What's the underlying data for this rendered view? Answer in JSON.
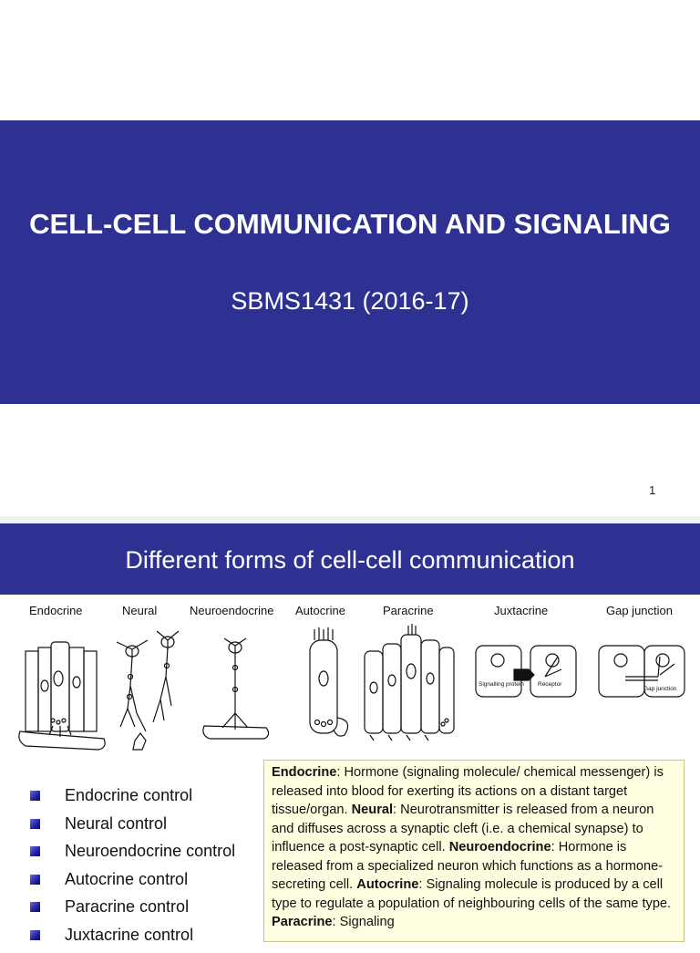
{
  "slide1": {
    "title": "CELL-CELL COMMUNICATION AND SIGNALING",
    "subtitle": "SBMS1431 (2016-17)",
    "page_number": "1"
  },
  "slide2": {
    "header": "Different forms of cell-cell communication",
    "diagram_labels": [
      "Endocrine",
      "Neural",
      "Neuroendocrine",
      "Autocrine",
      "Paracrine",
      "Juxtacrine",
      "Gap junction"
    ],
    "diagram_sublabels": {
      "signalling_protein": "Signalling protein",
      "receptor": "Receptor",
      "gap_junction": "Gap junction"
    },
    "bullets": [
      "Endocrine control",
      "Neural control",
      "Neuroendocrine control",
      "Autocrine control",
      "Paracrine control",
      "Juxtacrine control"
    ],
    "info_box": {
      "segments": [
        {
          "term": "Endocrine",
          "text": ":  Hormone (signaling molecule/ chemical messenger) is released into blood for exerting its actions on a distant target tissue/organ.  "
        },
        {
          "term": "Neural",
          "text": ": Neurotransmitter is released from a neuron and diffuses across a synaptic cleft (i.e. a chemical synapse) to influence a post-synaptic cell. "
        },
        {
          "term": "Neuroendocrine",
          "text": ": Hormone is released from a specialized neuron which functions as a hormone-secreting cell.  "
        },
        {
          "term": "Autocrine",
          "text": ": Signaling molecule is produced by a cell type to regulate a population of neighbouring cells of the same type.  "
        },
        {
          "term": "Paracrine",
          "text": ": Signaling"
        }
      ]
    }
  }
}
